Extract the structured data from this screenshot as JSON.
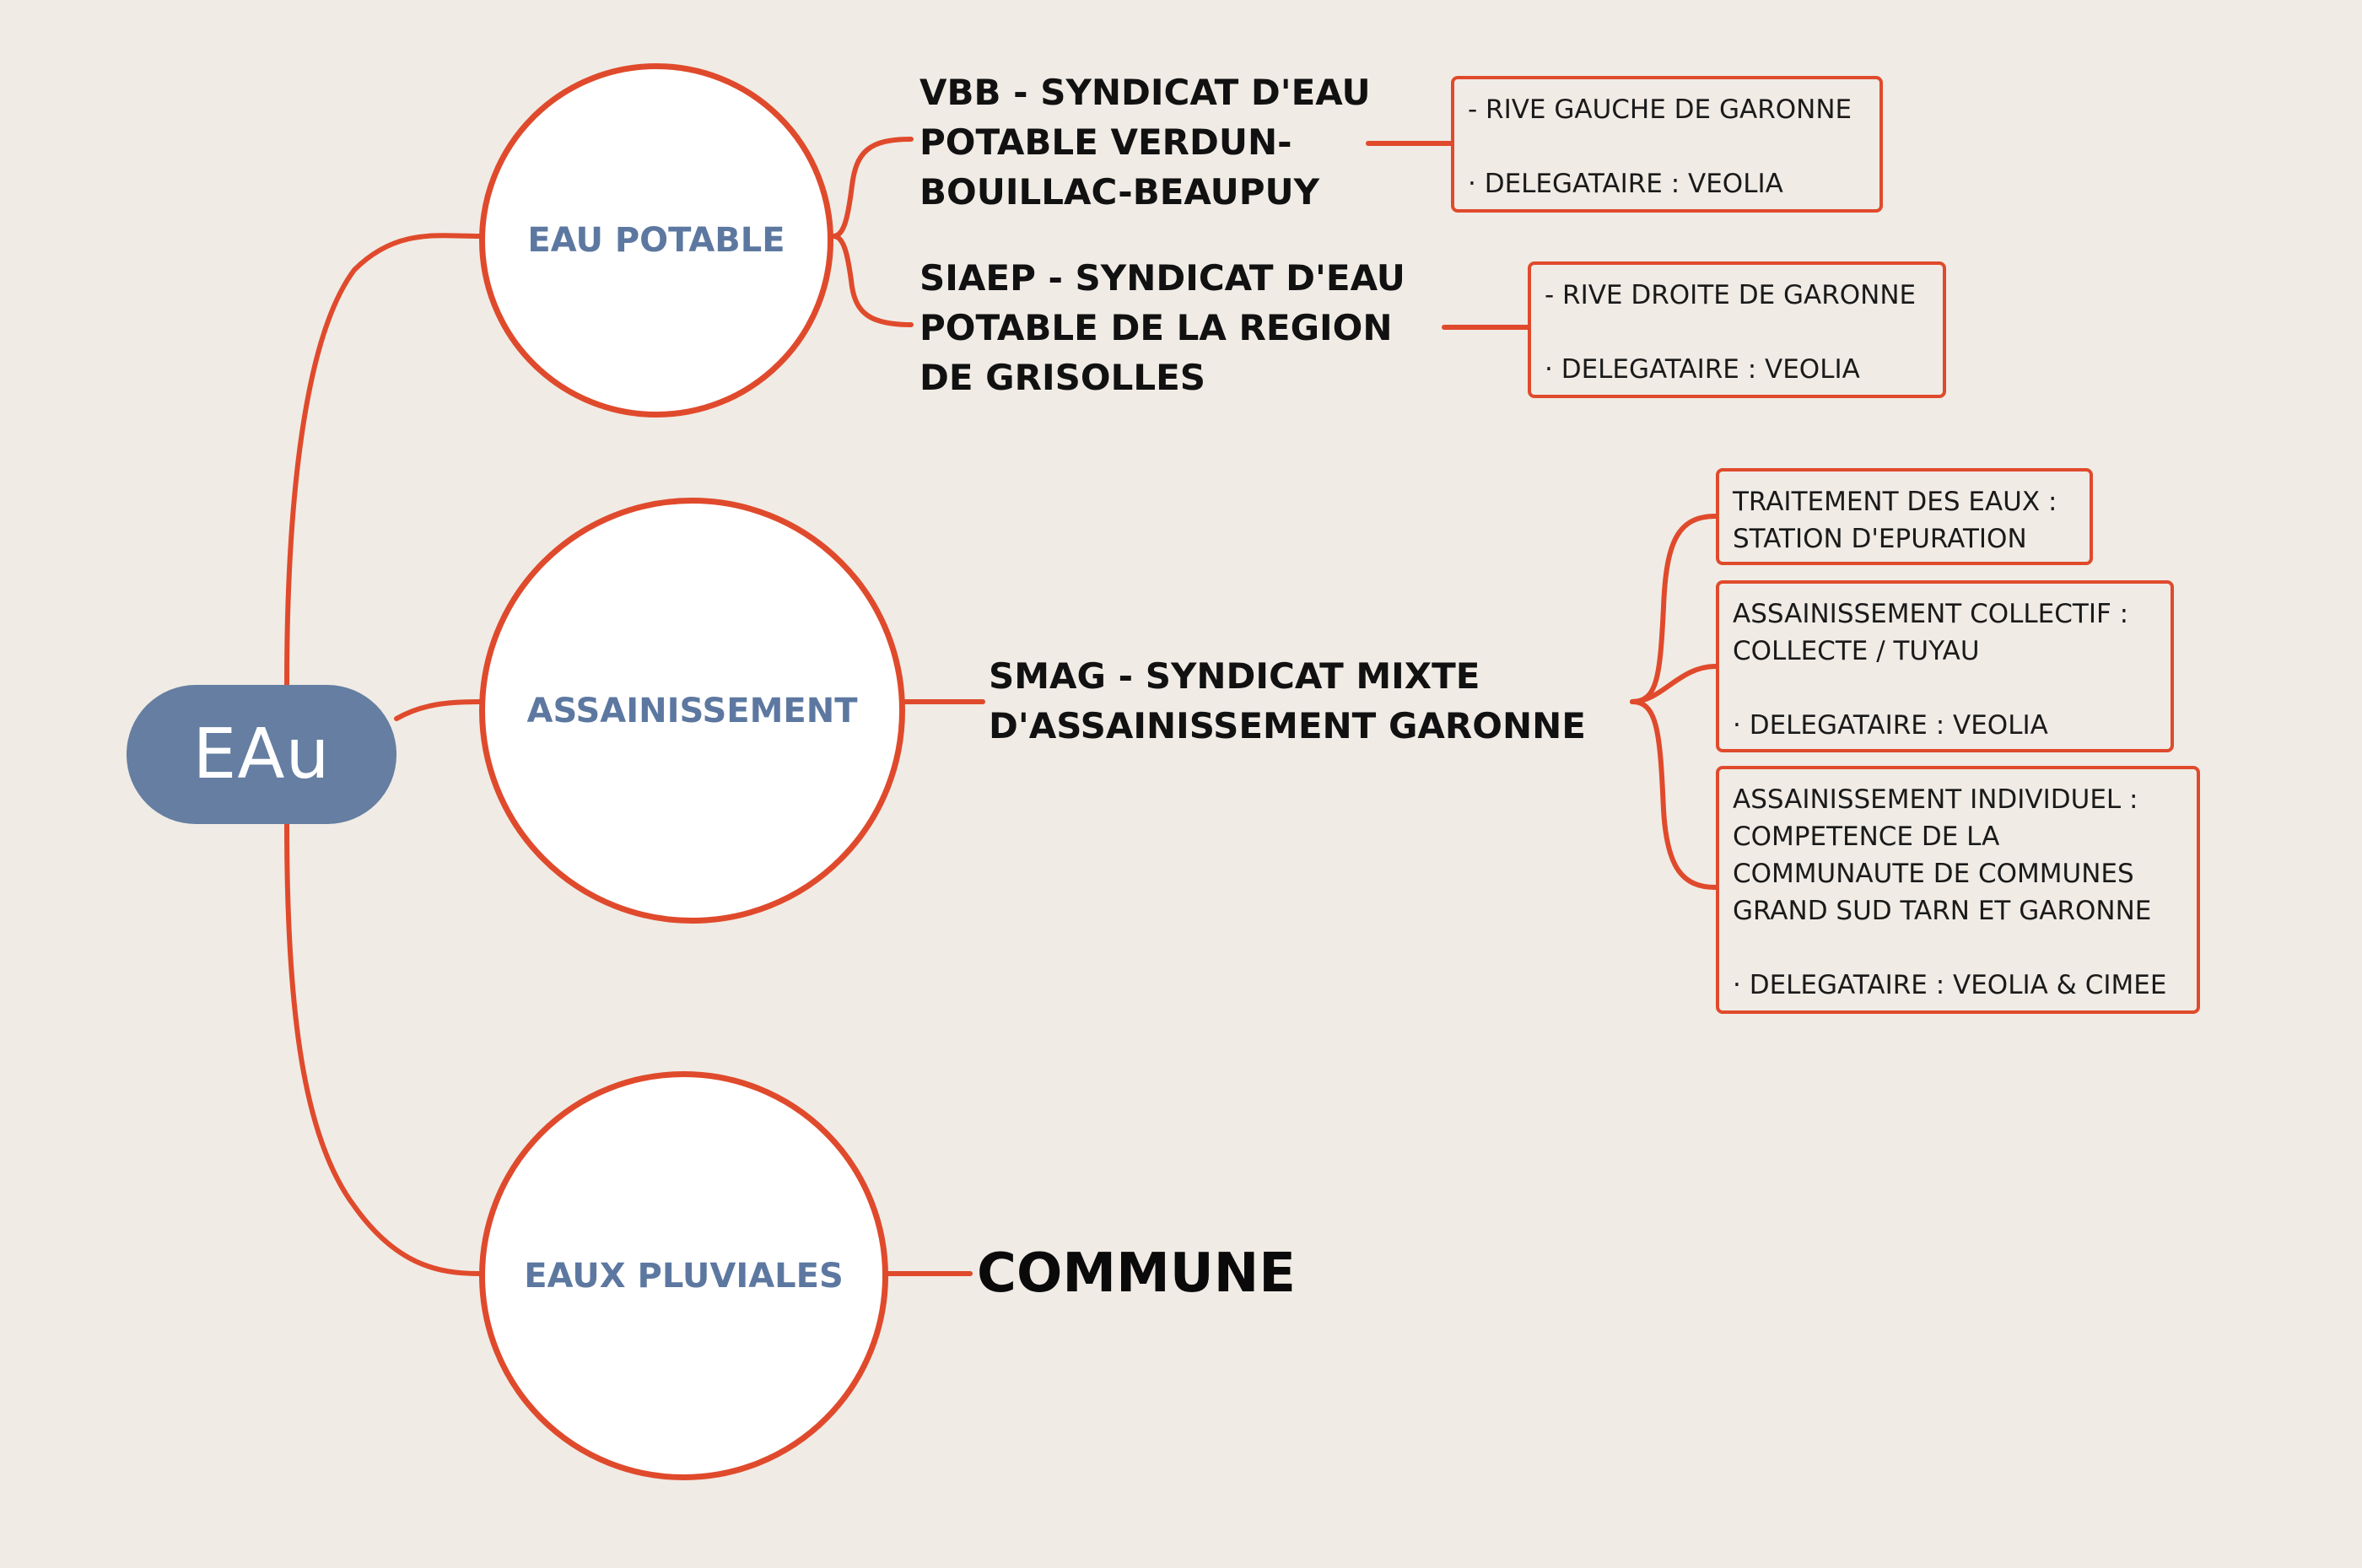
{
  "root": {
    "label": "EAu"
  },
  "branches": {
    "eau_potable": {
      "label": "EAU POTABLE",
      "children": {
        "vbb": {
          "label": "VBB - SYNDICAT D'EAU\nPOTABLE VERDUN-\nBOUILLAC-BEAUPUY",
          "detail": "- RIVE GAUCHE DE GARONNE\n\n· DELEGATAIRE : VEOLIA"
        },
        "siaep": {
          "label": "SIAEP - SYNDICAT D'EAU\nPOTABLE DE LA REGION\nDE GRISOLLES",
          "detail": "- RIVE DROITE DE GARONNE\n\n· DELEGATAIRE : VEOLIA"
        }
      }
    },
    "assainissement": {
      "label": "ASSAINISSEMENT",
      "children": {
        "smag": {
          "label": "SMAG - SYNDICAT MIXTE\nD'ASSAINISSEMENT GARONNE",
          "details": {
            "traitement": "TRAITEMENT DES EAUX :\nSTATION D'EPURATION",
            "collectif": "ASSAINISSEMENT COLLECTIF :\nCOLLECTE / TUYAU\n\n· DELEGATAIRE : VEOLIA",
            "individuel": "ASSAINISSEMENT INDIVIDUEL :\nCOMPETENCE DE LA\nCOMMUNAUTE DE COMMUNES\nGRAND SUD TARN ET GARONNE\n\n· DELEGATAIRE : VEOLIA & CIMEE"
          }
        }
      }
    },
    "eaux_pluviales": {
      "label": "EAUX PLUVIALES",
      "children": {
        "commune": {
          "label": "COMMUNE"
        }
      }
    }
  },
  "colors": {
    "background": "#f0ebe5",
    "accent_line": "#e04a2c",
    "root_fill": "#657ea2",
    "branch_text": "#5d78a0"
  }
}
